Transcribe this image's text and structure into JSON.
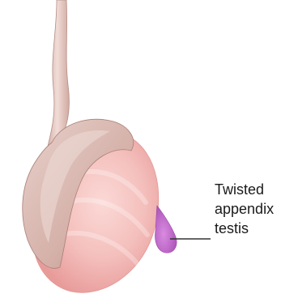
{
  "callout": {
    "lines": [
      "Twisted",
      "appendix",
      "testis"
    ]
  },
  "colors": {
    "testis_fill": "#f2b5b3",
    "testis_highlight": "#fbd9d6",
    "epididymis_fill": "#d9b8b0",
    "cord_fill": "#ead2cc",
    "appendix_fill": "#c46fcf",
    "leader_line": "#333333",
    "text": "#1a1a1a"
  }
}
